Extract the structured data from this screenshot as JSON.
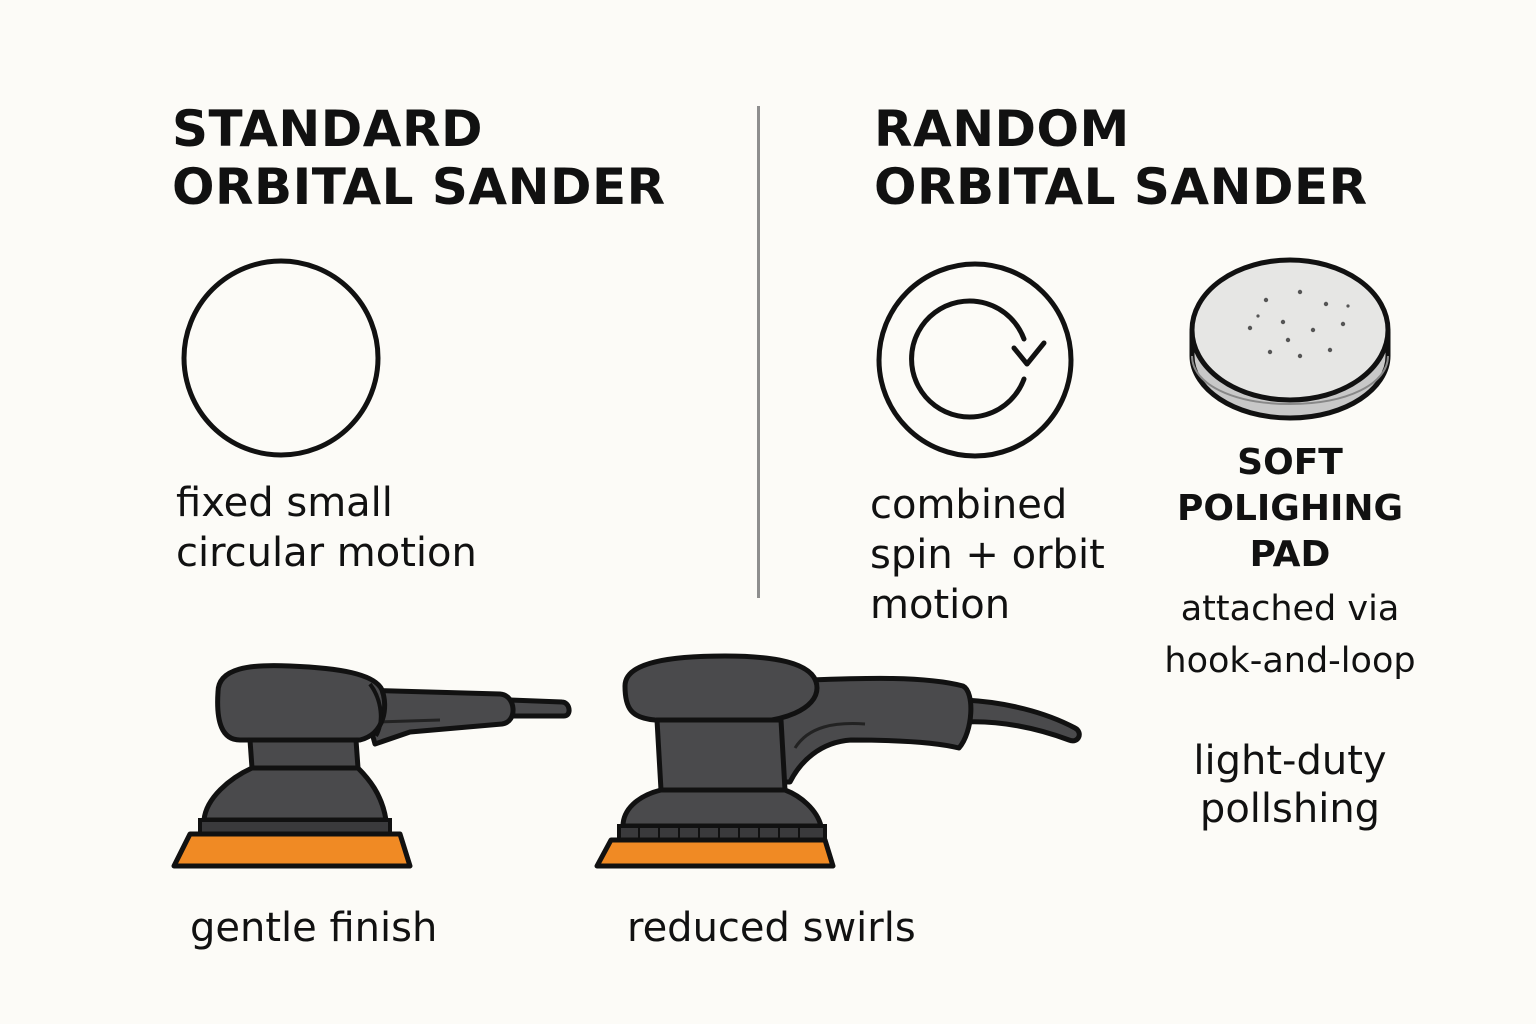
{
  "standard": {
    "title_line1": "STANDARD",
    "title_line2": "ORBITAL SANDER",
    "motion_line1": "fixed small",
    "motion_line2": "circular motion",
    "tool_caption": "gentle finish",
    "icon": "circle-motion-icon"
  },
  "random": {
    "title_line1": "RANDOM",
    "title_line2": "ORBITAL SANDER",
    "motion_line1": "combined",
    "motion_line2": "spin + orbit",
    "motion_line3": "motion",
    "tool_caption": "reduced swirls",
    "icon": "spin-orbit-icon"
  },
  "pad": {
    "title_line1": "SOFT",
    "title_line2": "POLIGHING",
    "title_line3": "PAD",
    "attach_line1": "attached via",
    "attach_line2": "hook-and-loop",
    "use_line1": "light-duty",
    "use_line2": "pollshing",
    "icon": "polishing-pad-icon"
  },
  "colors": {
    "background": "#fcfbf7",
    "tool_body": "#4a4a4c",
    "sanding_pad": "#f08a24",
    "outline": "#111111",
    "divider": "#8e8e8e"
  }
}
